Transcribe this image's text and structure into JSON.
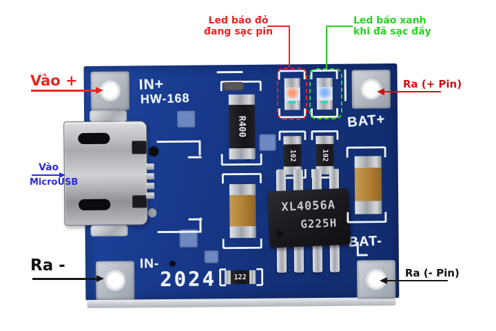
{
  "annotations": {
    "led_red": {
      "line1": "Led báo đỏ",
      "line2": "đang sạc pin"
    },
    "led_green": {
      "line1": "Led báo xanh",
      "line2": "khi đã sạc đầy"
    },
    "input_plus": "Vào +",
    "usb_in": {
      "line1": "Vào",
      "line2": "MicroUSB"
    },
    "output_minus": "Ra -",
    "output_plus_pin": "Ra (+ Pin)",
    "output_minus_pin": "Ra (- Pin)"
  },
  "board": {
    "silkscreen": {
      "in_plus": "IN+",
      "model": "HW-168",
      "bat_plus": "BAT+",
      "bat_minus": "BAT-",
      "in_minus": "IN-",
      "year": "2024"
    },
    "components": {
      "ic_line1": "XL4056A",
      "ic_line2": "G225H",
      "resistor_main": "R400",
      "resistor_led1": "102",
      "resistor_led2": "102",
      "resistor_bottom": "122"
    }
  },
  "colors": {
    "pcb_blue": "#183a8e",
    "annotation_red": "#e8251f",
    "annotation_dark_red": "#cc1212",
    "annotation_green": "#27d31f",
    "annotation_blue": "#2a2ae0",
    "annotation_black": "#111111",
    "silkscreen_white": "#eef3fb"
  }
}
